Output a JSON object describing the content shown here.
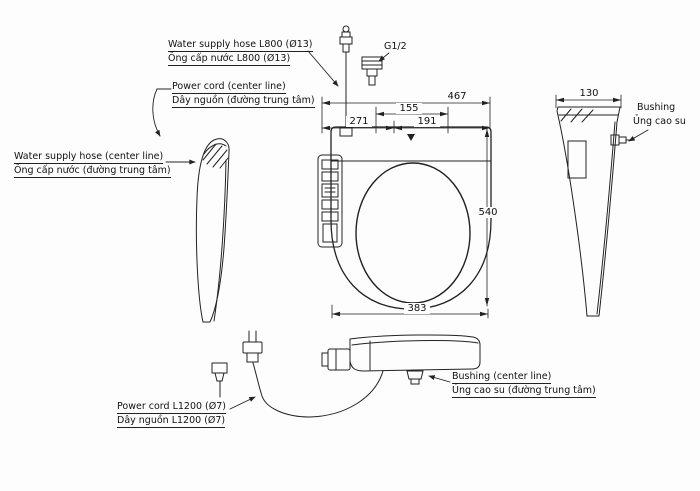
{
  "labels": {
    "water_supply_hose_l800": {
      "en": "Water supply hose L800 (Ø13)",
      "vi": "Ống cấp nước L800 (Ø13)"
    },
    "g_thread": "G1/2",
    "power_cord_center": {
      "en": "Power cord (center line)",
      "vi": "Dây nguồn (đường trung tâm)"
    },
    "water_supply_center": {
      "en": "Water supply hose (center line)",
      "vi": "Ống cấp nước (đường trung tâm)"
    },
    "bushing": {
      "en": "Bushing",
      "vi": "Ủng cao su"
    },
    "bushing_center": {
      "en": "Bushing (center line)",
      "vi": "Ủng cao su (đường trung tâm)"
    },
    "power_cord_l1200": {
      "en": "Power cord L1200 (Ø7)",
      "vi": "Dây nguồn L1200 (Ø7)"
    }
  },
  "dimensions": {
    "overall_width": "467",
    "center_width": "155",
    "left_offset": "271",
    "right_offset": "191",
    "overall_length": "540",
    "seat_width": "383",
    "side_depth": "130"
  }
}
